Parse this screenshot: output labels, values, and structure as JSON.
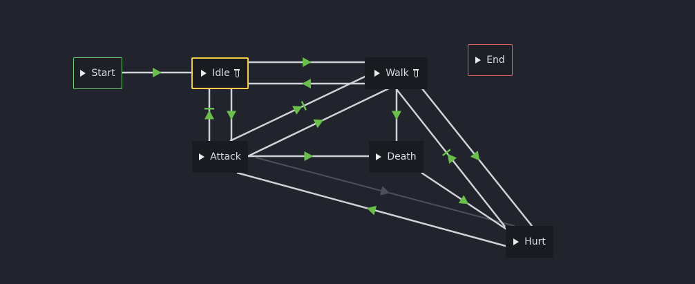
{
  "graph": {
    "nodes": [
      {
        "id": "start",
        "label": "Start",
        "kind": "start"
      },
      {
        "id": "idle",
        "label": "Idle",
        "kind": "state",
        "selected": true,
        "icon": "edit-icon"
      },
      {
        "id": "walk",
        "label": "Walk",
        "kind": "state",
        "icon": "edit-icon"
      },
      {
        "id": "end",
        "label": "End",
        "kind": "end"
      },
      {
        "id": "attack",
        "label": "Attack",
        "kind": "state"
      },
      {
        "id": "death",
        "label": "Death",
        "kind": "state"
      },
      {
        "id": "hurt",
        "label": "Hurt",
        "kind": "state"
      }
    ],
    "edges": [
      {
        "from": "start",
        "to": "idle"
      },
      {
        "from": "idle",
        "to": "walk"
      },
      {
        "from": "walk",
        "to": "idle"
      },
      {
        "from": "idle",
        "to": "attack"
      },
      {
        "from": "attack",
        "to": "idle",
        "marker": "end-bar"
      },
      {
        "from": "attack",
        "to": "walk",
        "marker": "end-bar"
      },
      {
        "from": "attack",
        "to": "walk"
      },
      {
        "from": "walk",
        "to": "death"
      },
      {
        "from": "attack",
        "to": "death"
      },
      {
        "from": "hurt",
        "to": "attack"
      },
      {
        "from": "attack",
        "to": "hurt",
        "disabled": true
      },
      {
        "from": "walk",
        "to": "hurt"
      },
      {
        "from": "hurt",
        "to": "walk",
        "marker": "end-bar"
      },
      {
        "from": "death",
        "to": "hurt"
      }
    ]
  },
  "colors": {
    "background": "#21242c",
    "node_bg": "#191b21",
    "edge": "#cfd2d8",
    "edge_disabled": "#4c505a",
    "arrow": "#6abf4b",
    "start_border": "#6fcf7a",
    "end_border": "#e0665f",
    "selected_border": "#f3cd4a"
  }
}
